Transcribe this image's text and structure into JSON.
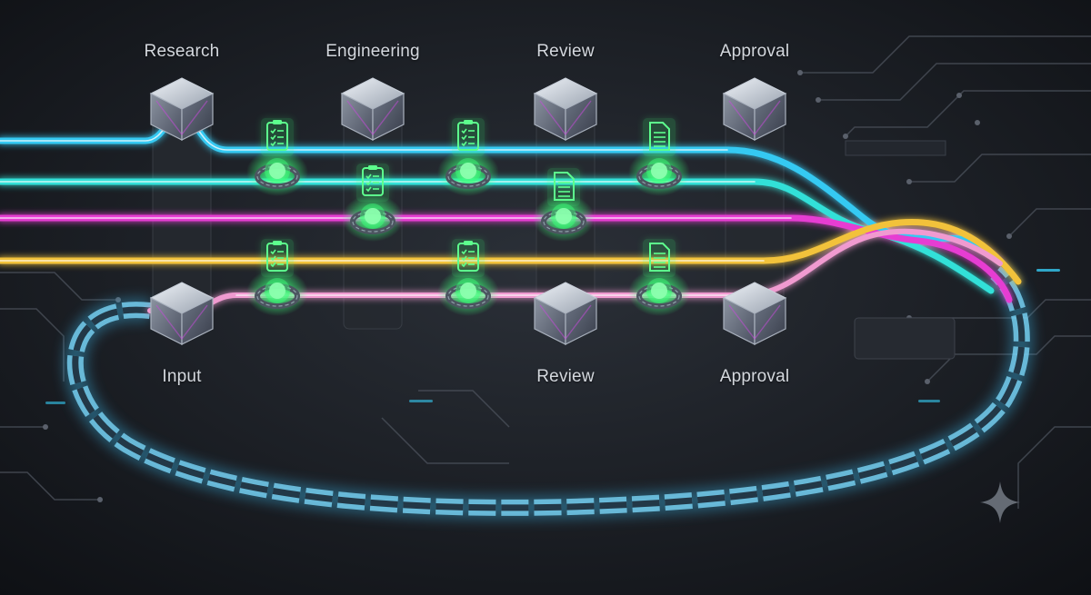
{
  "stage_labels": {
    "top": [
      "Research",
      "Engineering",
      "Review",
      "Approval"
    ],
    "bottom": [
      "Input",
      "Review",
      "Approval"
    ]
  },
  "colors": {
    "background": "#15181d",
    "strand_cyan": "#35c9f2",
    "strand_teal": "#30e0d8",
    "strand_magenta": "#e63cd2",
    "strand_yellow": "#f2c23a",
    "strand_pink": "#f09ad0",
    "checkpoint_green": "#3dff7a",
    "chain_glow": "#3fc8ff"
  },
  "icons": {
    "stage_node": "cube-icon",
    "checkpoint": "gear-ring-icon",
    "task_list": "clipboard-checklist-icon",
    "document": "document-icon",
    "corner_mark": "sparkle-icon"
  }
}
